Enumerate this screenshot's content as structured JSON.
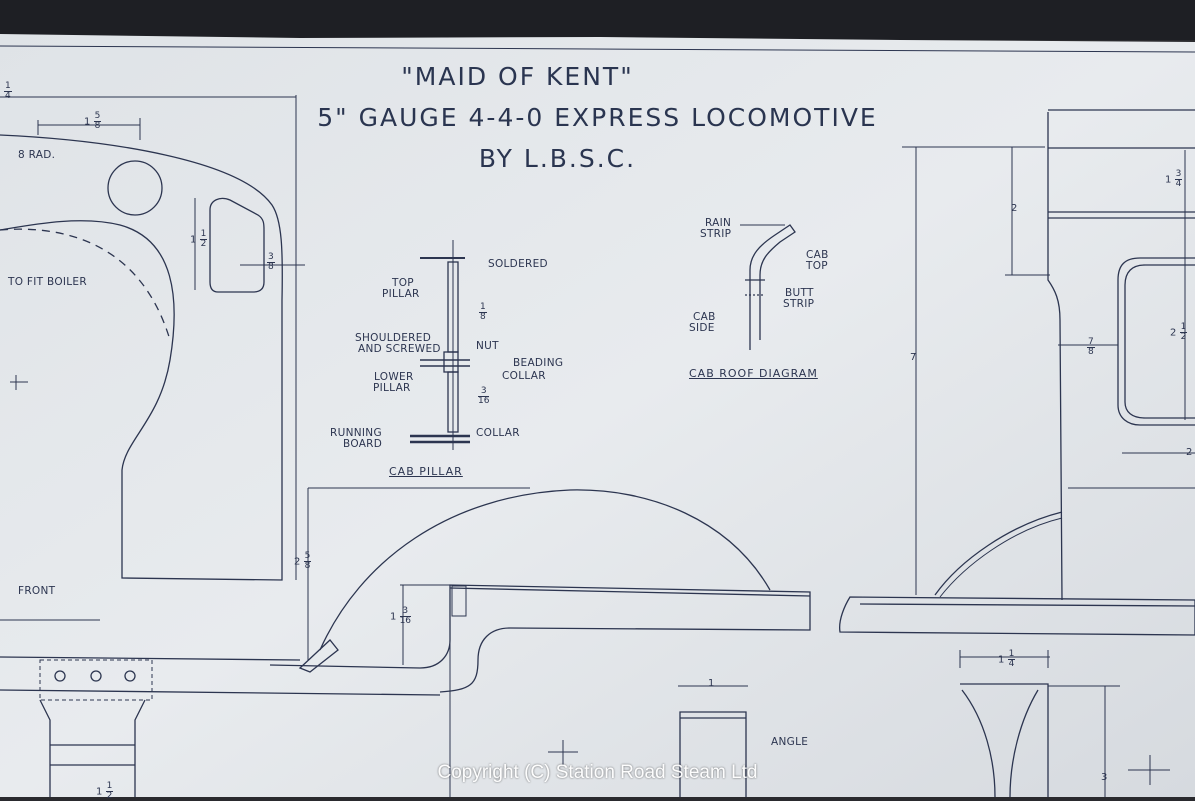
{
  "title": {
    "line1": "\"MAID OF KENT\"",
    "line2": "5\" GAUGE 4-4-0 EXPRESS LOCOMOTIVE",
    "line3": "BY L.B.S.C."
  },
  "labels": {
    "rad": "8 RAD.",
    "fit_boiler": "TO FIT BOILER",
    "front": "FRONT",
    "soldered": "SOLDERED",
    "top_pillar": [
      "TOP",
      "PILLAR"
    ],
    "shouldered": [
      "SHOULDERED",
      "AND SCREWED"
    ],
    "nut": "NUT",
    "beading": "BEADING",
    "collar1": "COLLAR",
    "lower_pillar": [
      "LOWER",
      "PILLAR"
    ],
    "running_board": [
      "RUNNING",
      "BOARD"
    ],
    "collar2": "COLLAR",
    "cab_pillar": "CAB   PILLAR",
    "rain_strip": [
      "RAIN",
      "STRIP"
    ],
    "cab_top": [
      "CAB",
      "TOP"
    ],
    "butt_strip": [
      "BUTT",
      "STRIP"
    ],
    "cab_side": [
      "CAB",
      "SIDE"
    ],
    "cab_roof_diagram": "CAB   ROOF  DIAGRAM",
    "angle": "ANGLE"
  },
  "dimensions": {
    "d_quarter_top": {
      "whole": "",
      "num": "1",
      "den": "4"
    },
    "d_1_5_8": {
      "whole": "1",
      "num": "5",
      "den": "8"
    },
    "d_1_1_2": {
      "whole": "1",
      "num": "1",
      "den": "2"
    },
    "d_3_8": {
      "whole": "",
      "num": "3",
      "den": "8"
    },
    "d_1_8": {
      "whole": "",
      "num": "1",
      "den": "8"
    },
    "d_3_16": {
      "whole": "",
      "num": "3",
      "den": "16"
    },
    "d_2_5_8": {
      "whole": "2",
      "num": "5",
      "den": "8"
    },
    "d_1_3_16": {
      "whole": "1",
      "num": "3",
      "den": "16"
    },
    "d_1_3_4": {
      "whole": "1",
      "num": "3",
      "den": "4"
    },
    "d_2": "2",
    "d_7": "7",
    "d_7_8": {
      "whole": "",
      "num": "7",
      "den": "8"
    },
    "d_2_1_2": {
      "whole": "2",
      "num": "1",
      "den": "2"
    },
    "d_2_right": "2",
    "d_1": "1",
    "d_1_1_4": {
      "whole": "1",
      "num": "1",
      "den": "4"
    },
    "d_3": "3",
    "d_1_half_bottom": {
      "whole": "1",
      "num": "1",
      "den": "2"
    }
  },
  "copyright": "Copyright (C) Station Road Steam Ltd",
  "colors": {
    "paper": "#e6e9ec",
    "ink": "#2c3550",
    "background": "#2a2a2e"
  }
}
